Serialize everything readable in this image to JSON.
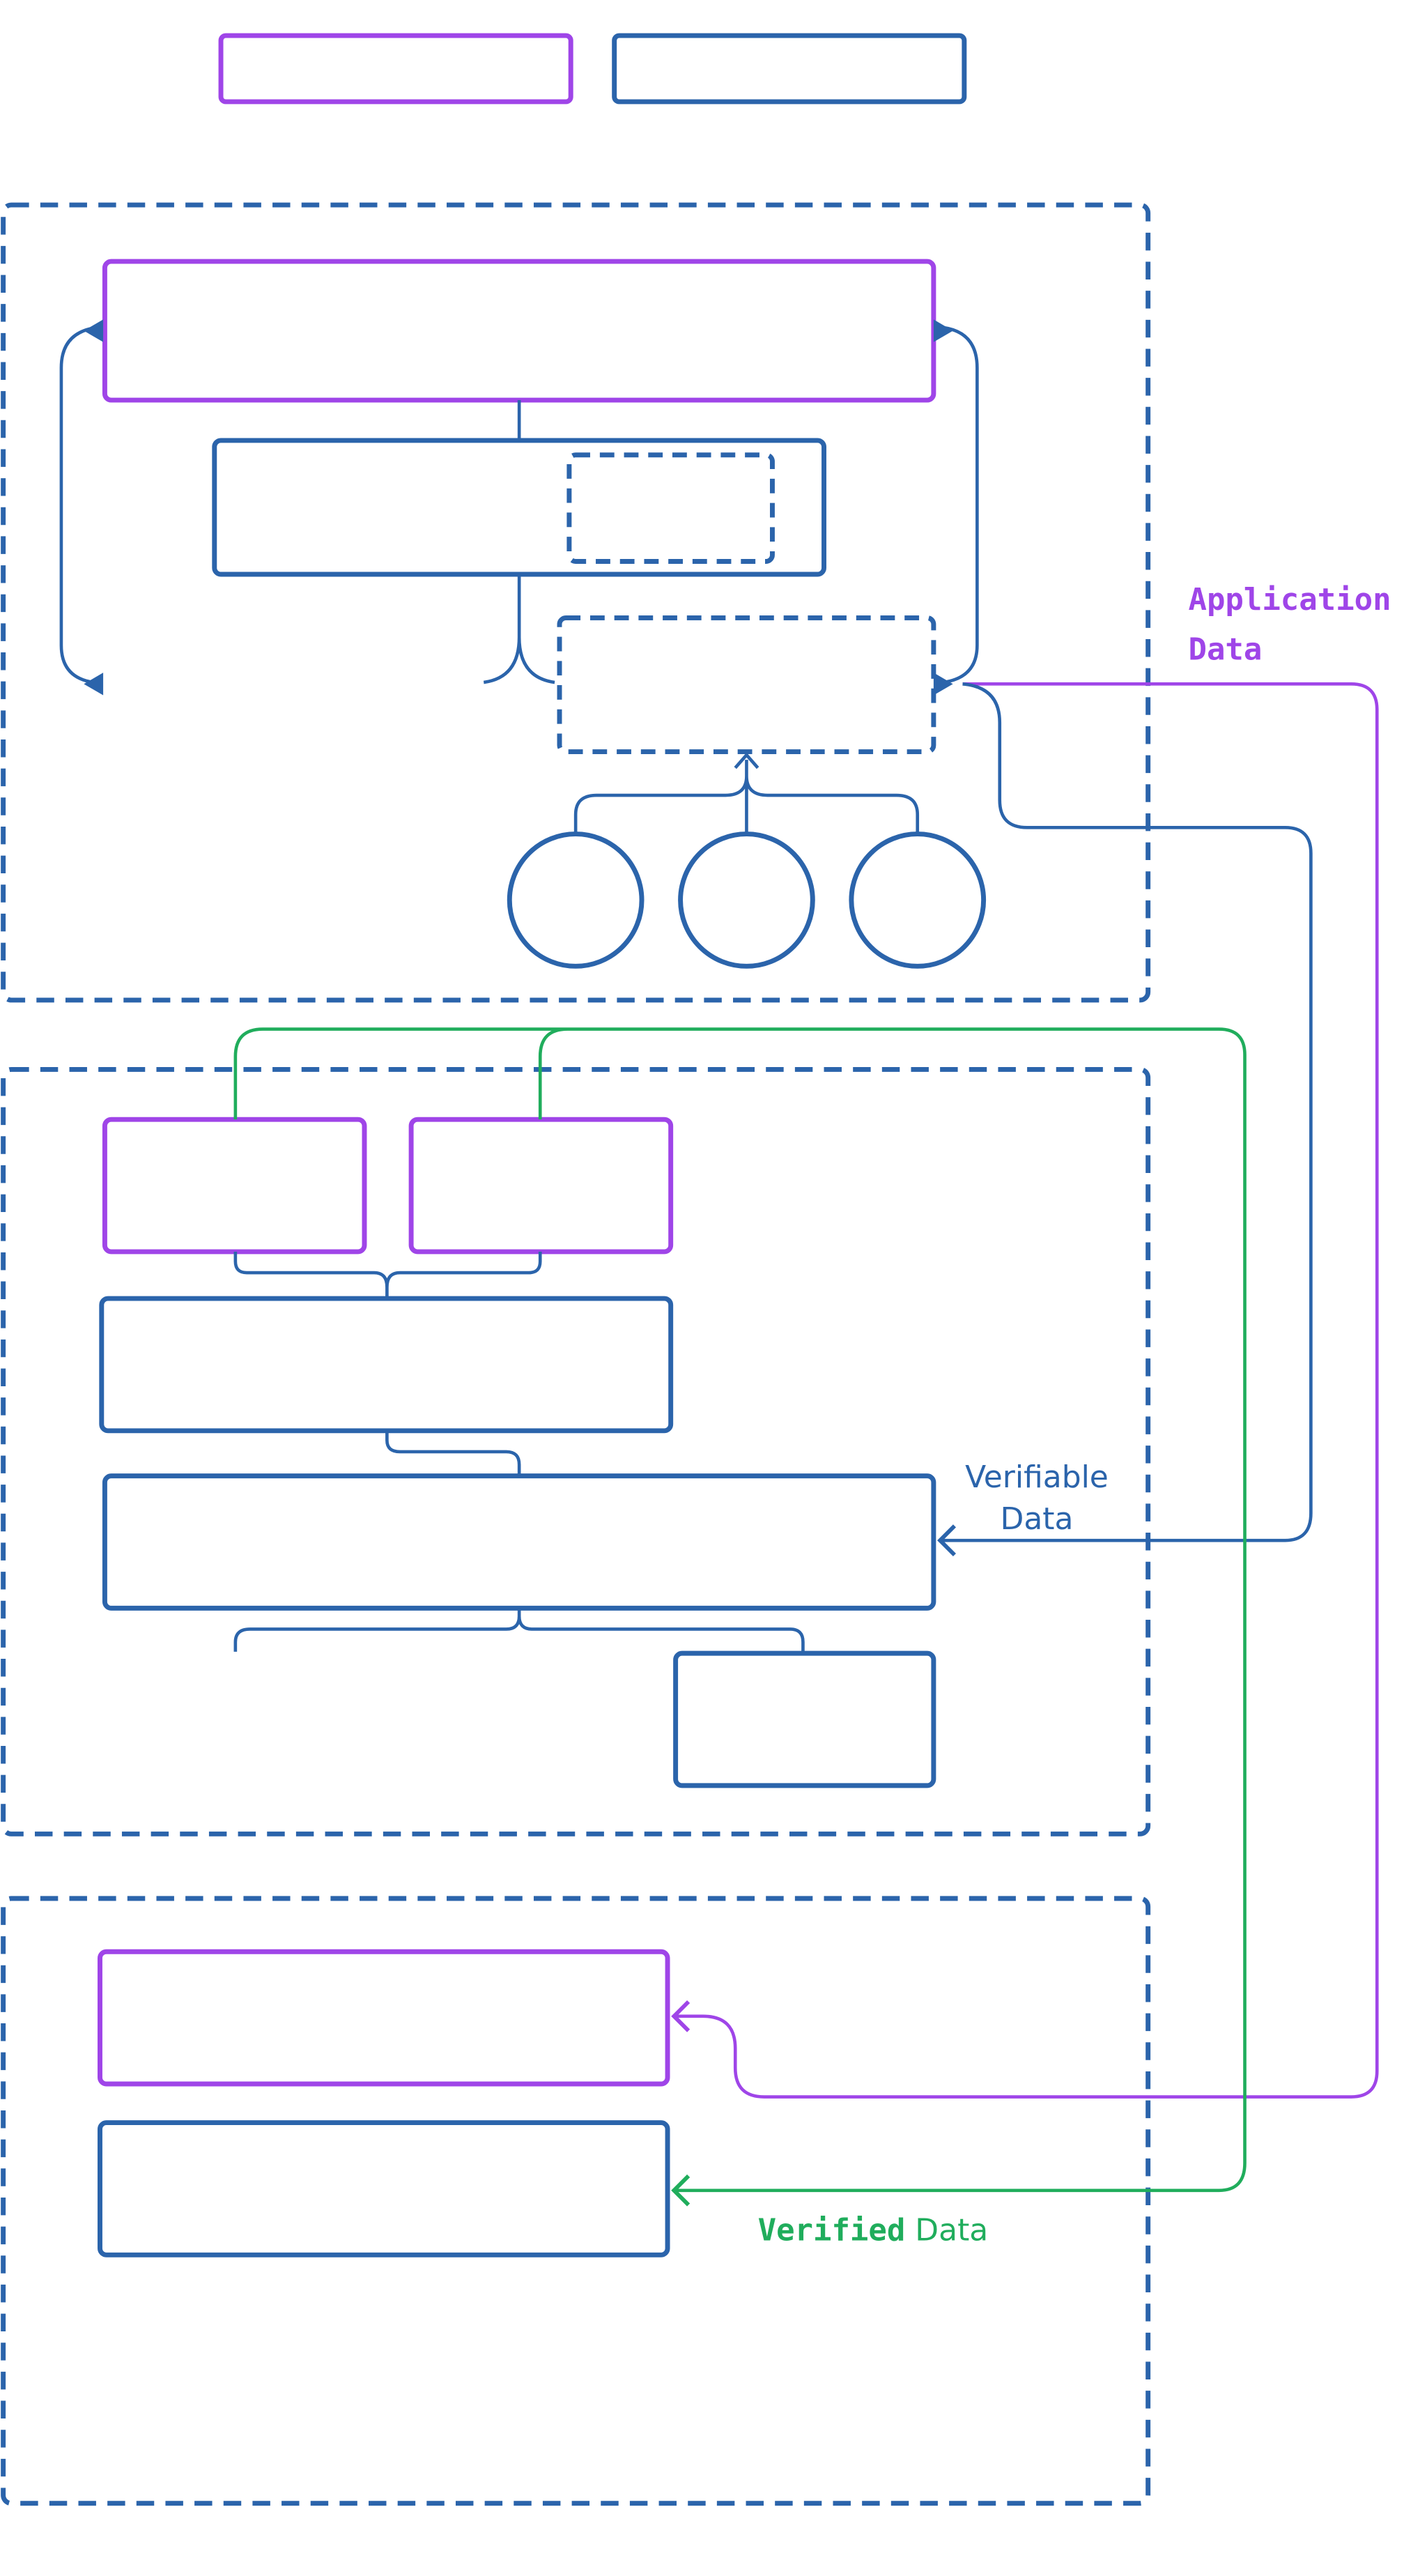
{
  "colors": {
    "purple": "#9f45e8",
    "blue": "#2b64ab",
    "green": "#20ad5c"
  },
  "labels": {
    "application_data_line1": "Application",
    "application_data_line2": "Data",
    "verifiable_data_line1": "Verifiable",
    "verifiable_data_line2": "Data",
    "verified_bold": "Verified",
    "verified_rest": " Data"
  }
}
